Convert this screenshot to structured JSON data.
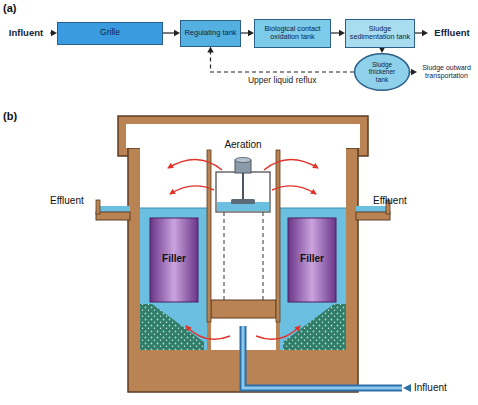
{
  "diagram": {
    "nodes": [
      {
        "text": [
          "Influent"
        ]
      },
      {
        "text": [
          "Grille"
        ]
      },
      {
        "text": [
          "Regulating tank"
        ]
      },
      {
        "text": [
          "Biological contact oxidation tank"
        ]
      },
      {
        "text": [
          "Sludge sedimentation tank"
        ]
      },
      {
        "text": [
          "Effluent"
        ]
      },
      {
        "text": [
          "Sludge thickener tank"
        ]
      },
      {
        "text": [
          "Sludge outward transportation"
        ]
      }
    ],
    "edges": [
      {
        "from": 0,
        "to": 1,
        "arrow": "to"
      },
      {
        "from": 1,
        "to": 2,
        "arrow": "to"
      },
      {
        "from": 2,
        "to": 3,
        "arrow": "to"
      },
      {
        "from": 3,
        "to": 4,
        "arrow": "to"
      },
      {
        "from": 4,
        "to": 5,
        "arrow": "to"
      },
      {
        "from": 4,
        "to": 6,
        "arrow": "to"
      },
      {
        "from": 6,
        "to": 7,
        "arrow": "to"
      },
      {
        "from": 6,
        "to": 2,
        "label": "Upper liquid reflux",
        "arrow": "to"
      }
    ],
    "labels": [
      "(a)",
      "(b)",
      "Aeration",
      "Effluent",
      "Effluent",
      "Filler",
      "Filler",
      "Influent"
    ]
  }
}
